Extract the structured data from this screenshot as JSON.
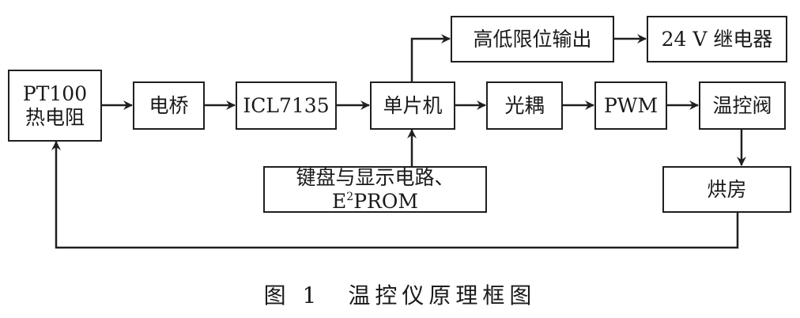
{
  "diagram": {
    "blocks": {
      "pt100": {
        "label": "PT100\n热电阻"
      },
      "bridge": {
        "label": "电桥"
      },
      "adc": {
        "label": "ICL7135"
      },
      "mcu": {
        "label": "单片机"
      },
      "limit_output": {
        "label": "高低限位输出"
      },
      "relay": {
        "label": "24 V 继电器"
      },
      "optocoupler": {
        "label": "光耦"
      },
      "pwm": {
        "label": "PWM"
      },
      "valve": {
        "label": "温控阀"
      },
      "keyboard": {
        "label_prefix": "键盘与显示电路、E",
        "superscript": "2",
        "label_suffix": "PROM"
      },
      "oven": {
        "label": "烘房"
      }
    },
    "connections": [
      {
        "from": "pt100",
        "to": "bridge"
      },
      {
        "from": "bridge",
        "to": "adc"
      },
      {
        "from": "adc",
        "to": "mcu"
      },
      {
        "from": "mcu",
        "to": "limit_output"
      },
      {
        "from": "limit_output",
        "to": "relay"
      },
      {
        "from": "mcu",
        "to": "optocoupler"
      },
      {
        "from": "optocoupler",
        "to": "pwm"
      },
      {
        "from": "pwm",
        "to": "valve"
      },
      {
        "from": "valve",
        "to": "oven"
      },
      {
        "from": "keyboard",
        "to": "mcu"
      },
      {
        "from": "oven",
        "to": "pt100"
      }
    ],
    "caption": "图 1　温控仪原理框图"
  }
}
